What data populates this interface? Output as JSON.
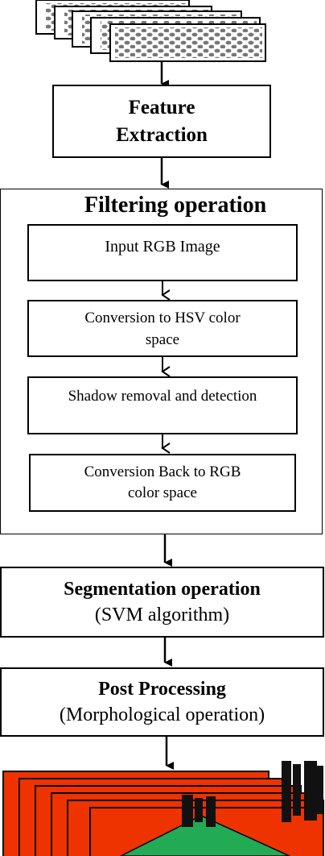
{
  "diagram": {
    "feature_extraction": {
      "line1": "Feature",
      "line2": "Extraction"
    },
    "filtering": {
      "title": "Filtering operation",
      "steps": [
        {
          "line1": "Input RGB Image",
          "line2": ""
        },
        {
          "line1": "Conversion to HSV color",
          "line2": "space"
        },
        {
          "line1": "Shadow removal and detection",
          "line2": ""
        },
        {
          "line1": "Conversion Back to RGB",
          "line2": "color space"
        }
      ]
    },
    "segmentation": {
      "title": "Segmentation operation",
      "subtitle": "(SVM algorithm)"
    },
    "post_processing": {
      "title": "Post Processing",
      "subtitle": "(Morphological operation)"
    }
  },
  "colors": {
    "output_frame_fill": "#ee3300",
    "output_region_fill": "#22aa55",
    "input_frame_dots": "#777777"
  }
}
